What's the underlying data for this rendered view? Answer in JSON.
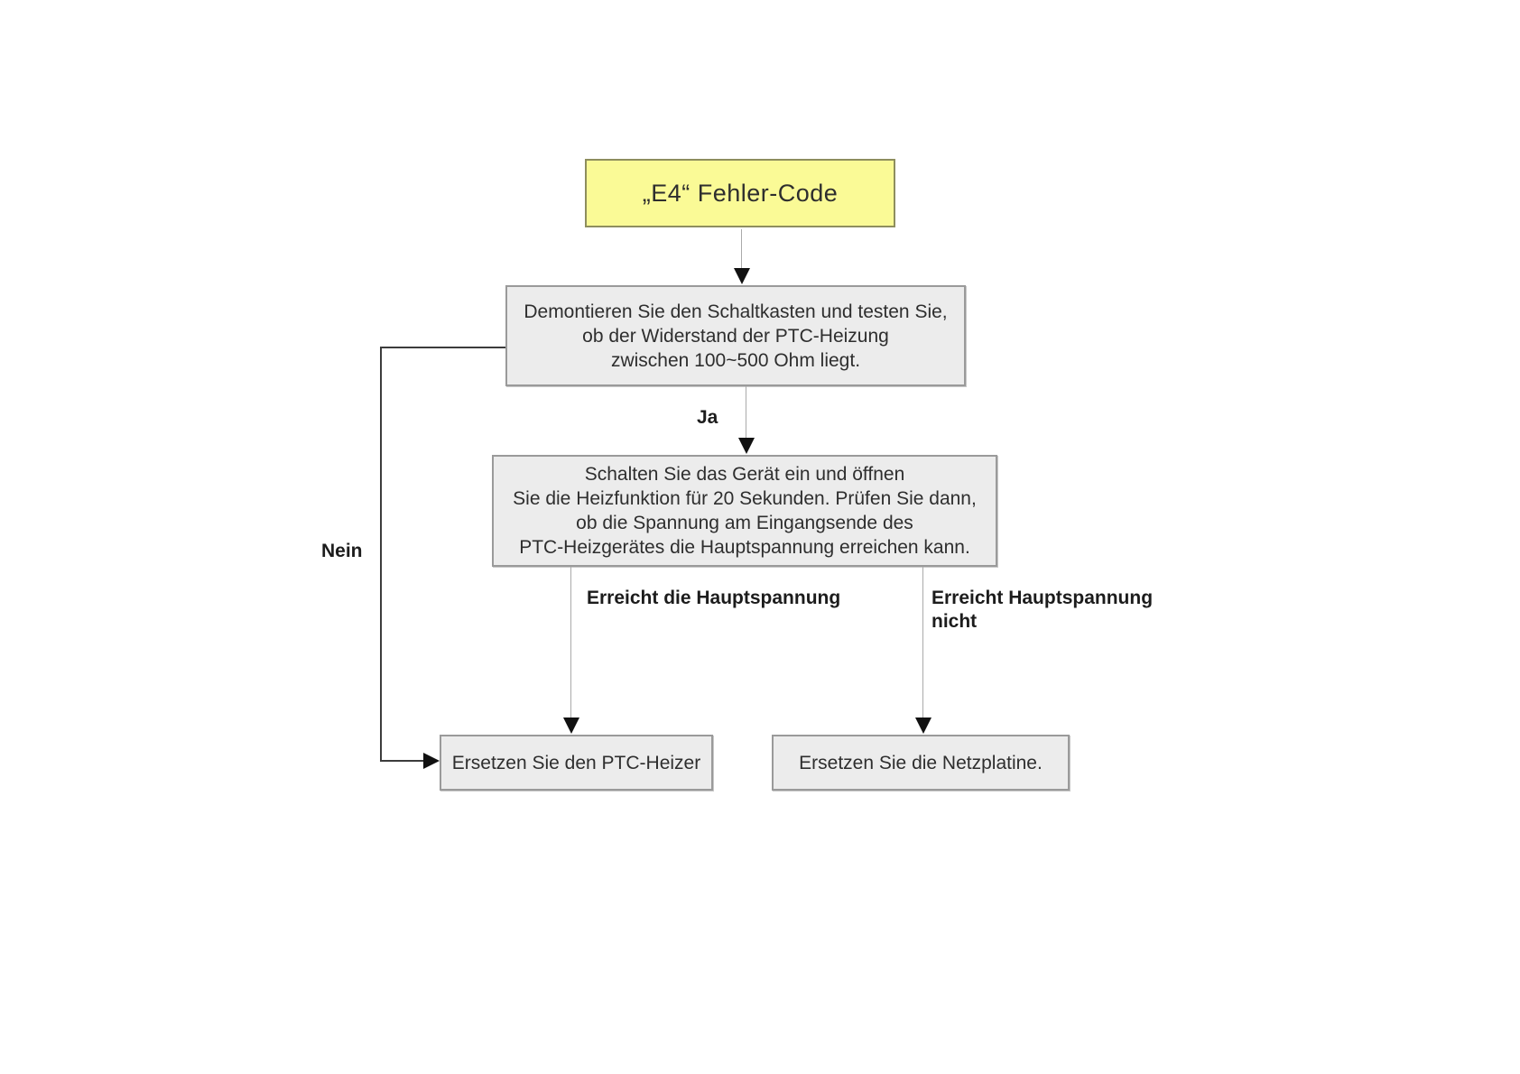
{
  "diagram": {
    "title": "„E4“ Fehler-Code",
    "nodes": {
      "start": {
        "text": "„E4“ Fehler-Code"
      },
      "step1": {
        "lines": [
          "Demontieren Sie den Schaltkasten und testen Sie,",
          "ob der Widerstand der PTC-Heizung",
          "zwischen 100~500 Ohm liegt."
        ]
      },
      "step2": {
        "lines": [
          "Schalten Sie das Gerät ein und öffnen",
          "Sie die Heizfunktion für 20 Sekunden. Prüfen Sie dann,",
          "ob die Spannung am Eingangsende des",
          "PTC-Heizgerätes die Hauptspannung erreichen kann."
        ]
      },
      "result_left": {
        "text": "Ersetzen Sie den PTC-Heizer"
      },
      "result_right": {
        "text": "Ersetzen Sie die Netzplatine."
      }
    },
    "edges": {
      "ja_label": "Ja",
      "nein_label": "Nein",
      "branch_left_label": "Erreicht die Hauptspannung",
      "branch_right_label_lines": [
        "Erreicht Hauptspannung",
        "nicht"
      ]
    },
    "colors": {
      "start_bg": "#fafa96",
      "start_border": "#8e8e5e",
      "box_bg": "#ececec",
      "box_border": "#9a9a9a",
      "line": "#aaaaaa",
      "dark_line": "#3c3c3c",
      "arrowhead": "#111111",
      "text": "#2e2e2e"
    }
  }
}
